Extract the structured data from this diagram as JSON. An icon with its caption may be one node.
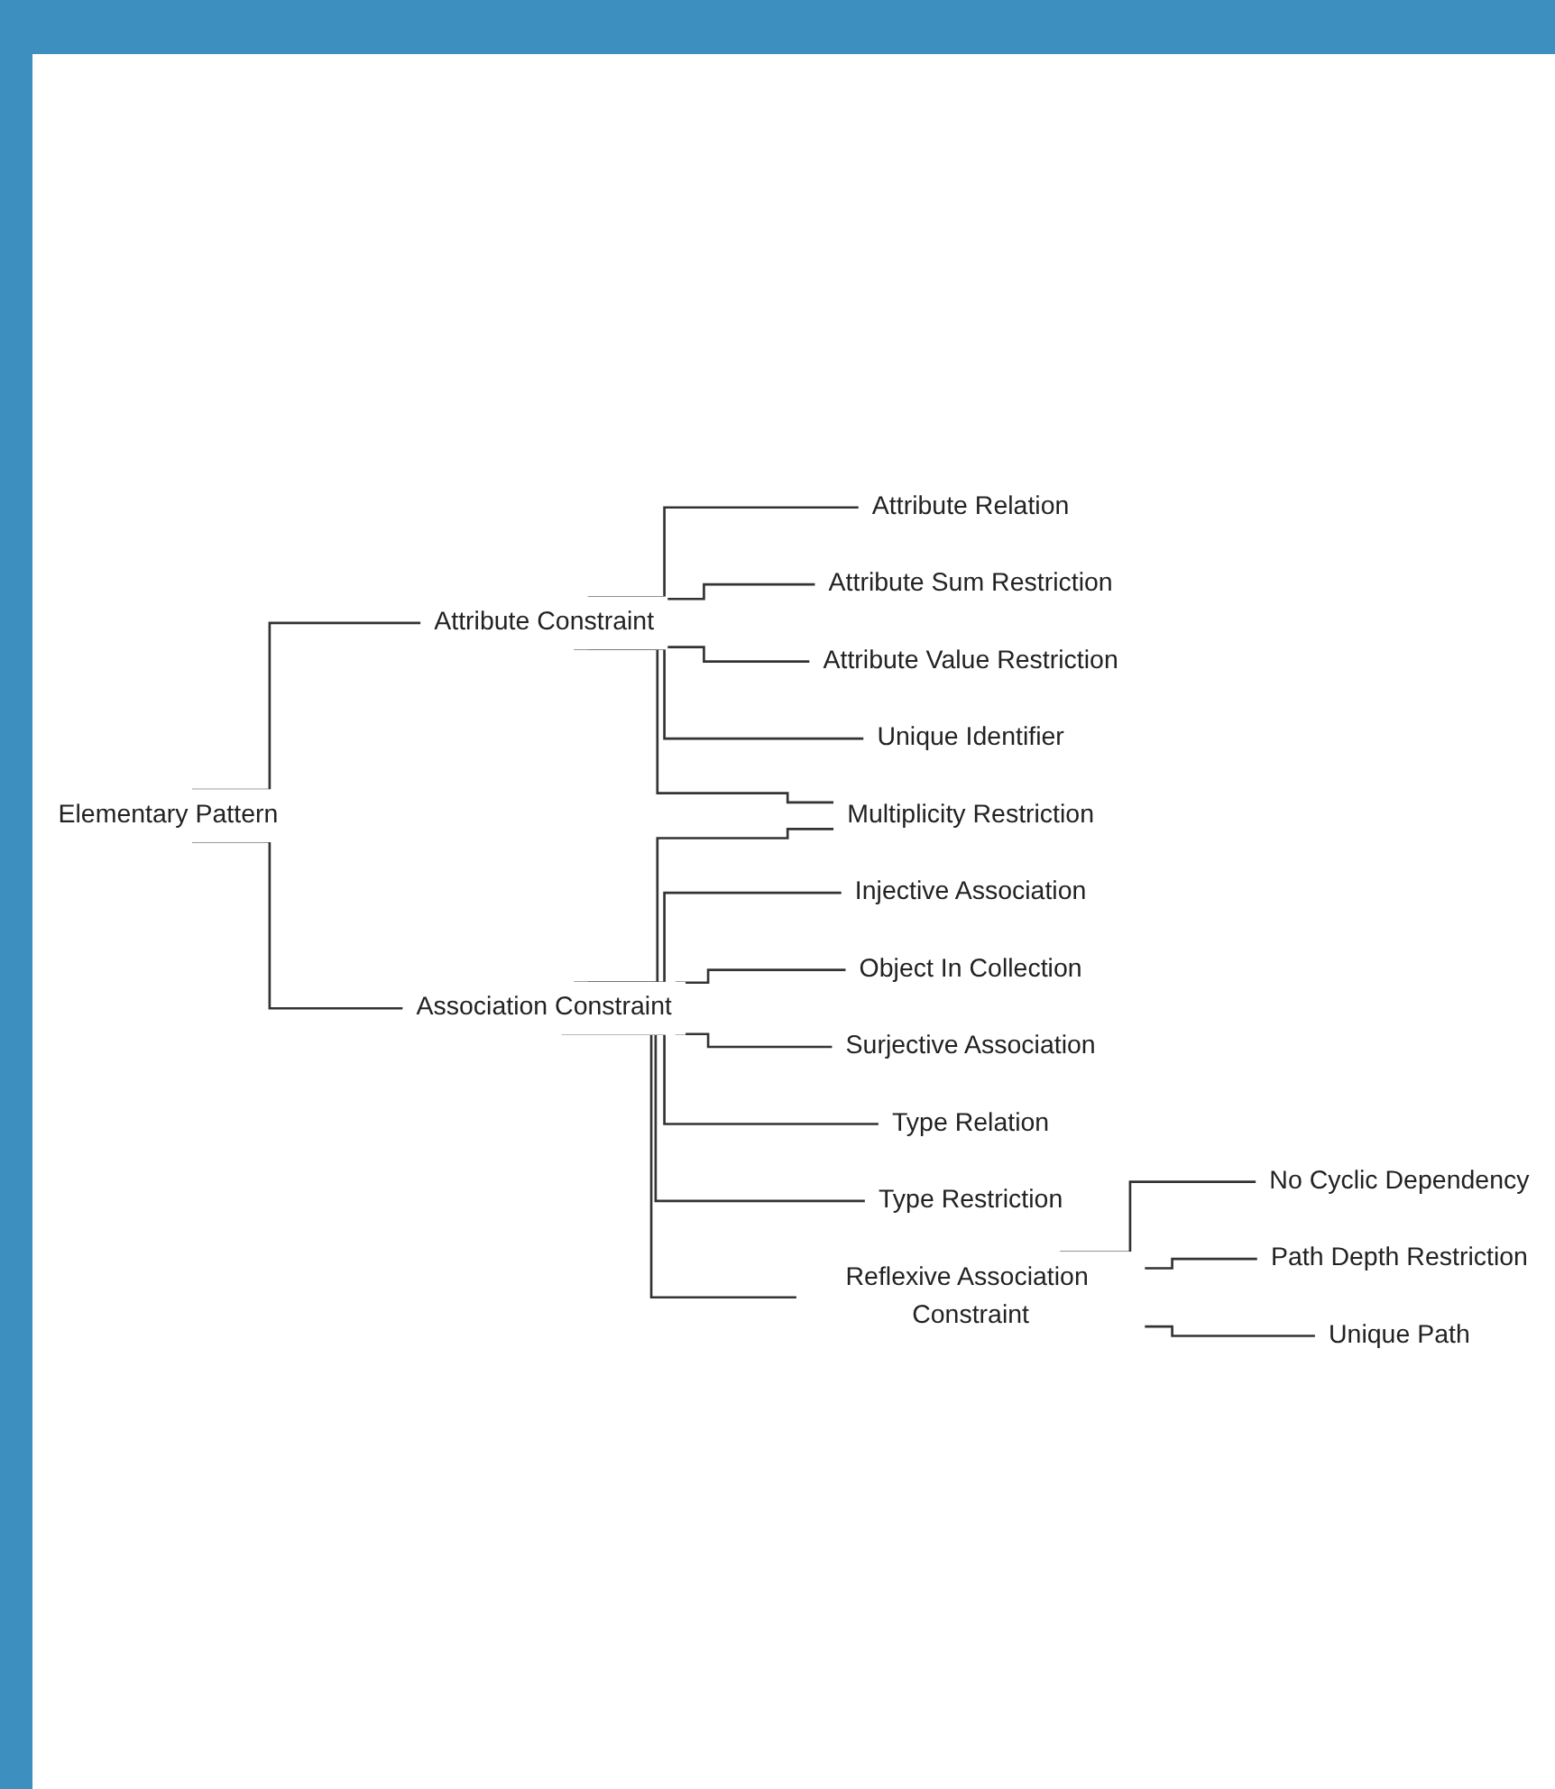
{
  "diagram": {
    "nodes": [
      {
        "text": [
          "Elementary Pattern"
        ]
      },
      {
        "text": [
          "Attribute Constraint"
        ]
      },
      {
        "text": [
          "Association Constraint"
        ]
      },
      {
        "text": [
          "Attribute Relation"
        ]
      },
      {
        "text": [
          "Attribute Sum Restriction"
        ]
      },
      {
        "text": [
          "Attribute Value Restriction"
        ]
      },
      {
        "text": [
          "Unique Identifier"
        ]
      },
      {
        "text": [
          "Multiplicity Restriction"
        ]
      },
      {
        "text": [
          "Injective Association"
        ]
      },
      {
        "text": [
          "Object In Collection"
        ]
      },
      {
        "text": [
          "Surjective Association"
        ]
      },
      {
        "text": [
          "Type Relation"
        ]
      },
      {
        "text": [
          "Type Restriction"
        ]
      },
      {
        "text": [
          "Reflexive Association Constraint"
        ]
      },
      {
        "text": [
          "No Cyclic Dependency"
        ]
      },
      {
        "text": [
          "Path Depth Restriction"
        ]
      },
      {
        "text": [
          "Unique Path"
        ]
      }
    ],
    "edges": [
      {
        "from": 0,
        "to": 1,
        "arrow": "none"
      },
      {
        "from": 0,
        "to": 2,
        "arrow": "none"
      },
      {
        "from": 1,
        "to": 3,
        "arrow": "none"
      },
      {
        "from": 1,
        "to": 4,
        "arrow": "none"
      },
      {
        "from": 1,
        "to": 5,
        "arrow": "none"
      },
      {
        "from": 1,
        "to": 6,
        "arrow": "none"
      },
      {
        "from": 1,
        "to": 7,
        "arrow": "none"
      },
      {
        "from": 2,
        "to": 7,
        "arrow": "none"
      },
      {
        "from": 2,
        "to": 8,
        "arrow": "none"
      },
      {
        "from": 2,
        "to": 9,
        "arrow": "none"
      },
      {
        "from": 2,
        "to": 10,
        "arrow": "none"
      },
      {
        "from": 2,
        "to": 11,
        "arrow": "none"
      },
      {
        "from": 2,
        "to": 12,
        "arrow": "none"
      },
      {
        "from": 2,
        "to": 13,
        "arrow": "none"
      },
      {
        "from": 13,
        "to": 14,
        "arrow": "none"
      },
      {
        "from": 13,
        "to": 15,
        "arrow": "none"
      },
      {
        "from": 13,
        "to": 16,
        "arrow": "none"
      }
    ]
  }
}
